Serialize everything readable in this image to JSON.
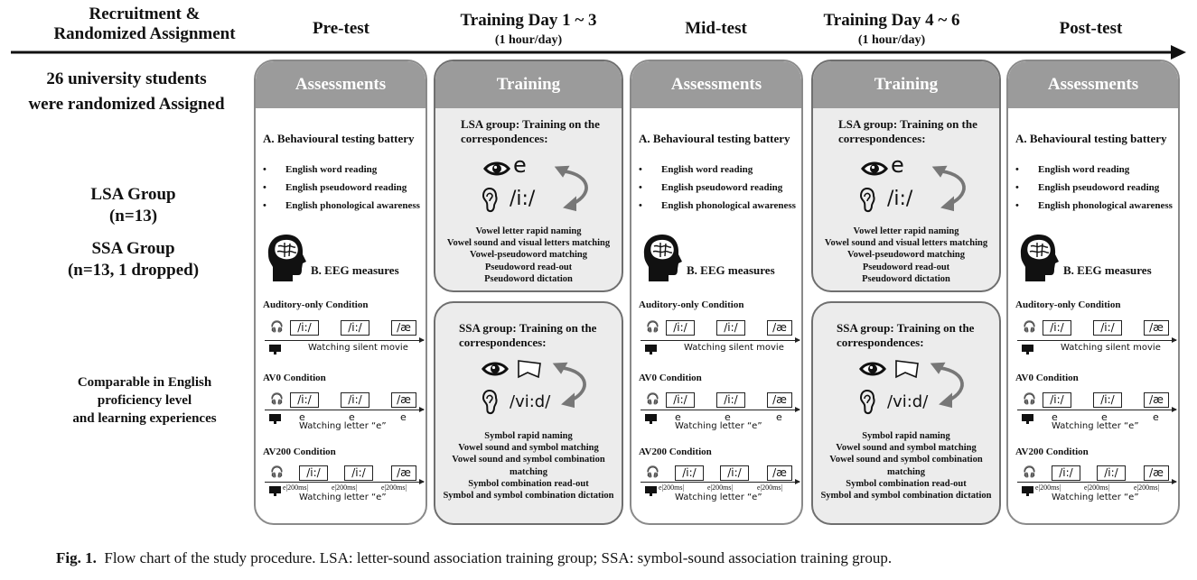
{
  "header": {
    "recruit": [
      "Recruitment &",
      "Randomized Assignment"
    ],
    "pretest": "Pre-test",
    "train1": "Training Day 1 ~ 3",
    "train_sub": "(1 hour/day)",
    "midtest": "Mid-test",
    "train2": "Training Day  4 ~ 6",
    "posttest": "Post-test"
  },
  "left": {
    "students": [
      "26 university students",
      "were randomized Assigned"
    ],
    "lsa": [
      "LSA Group",
      "(n=13)"
    ],
    "ssa": [
      "SSA Group",
      "(n=13, 1 dropped)"
    ],
    "comparable": [
      "Comparable in English",
      "proficiency level",
      "and learning experiences"
    ]
  },
  "assess": {
    "title": "Assessments",
    "battery": "A. Behavioural testing battery",
    "items": [
      "English word reading",
      "English pseudoword reading",
      "English phonological awareness"
    ],
    "eeg": "B. EEG measures",
    "aud": "Auditory-only Condition",
    "av0": "AV0 Condition",
    "av200": "AV200 Condition",
    "ph_i": "/i:/",
    "ph_ae": "/æ",
    "silent": "Watching silent movie",
    "watch_e": "Watching letter “e”",
    "e": "e",
    "e200": "e|200ms|"
  },
  "training": {
    "title": "Training",
    "lsa_title": "LSA group: Training on the correspondences:",
    "lsa_letter": "e",
    "lsa_sound": "/i:/",
    "lsa_items": [
      "Vowel letter rapid naming",
      "Vowel sound and visual letters matching",
      "Vowel-pseudoword matching",
      "Pseudoword read-out",
      "Pseudoword dictation"
    ],
    "ssa_title": "SSA group: Training on the correspondences:",
    "ssa_sound": "/vi:d/",
    "ssa_items": [
      "Symbol rapid naming",
      "Vowel sound and symbol matching",
      "Vowel sound and symbol combination matching",
      "Symbol combination read-out",
      "Symbol and symbol combination dictation"
    ]
  },
  "caption": {
    "label": "Fig. 1.",
    "text": "Flow chart of the study procedure. LSA: letter-sound association training group; SSA: symbol-sound association training group."
  },
  "colors": {
    "panel_header": "#9b9b9b",
    "panel_border": "#8a8a8a",
    "training_fill": "#ececec",
    "arrow": "#777777"
  }
}
